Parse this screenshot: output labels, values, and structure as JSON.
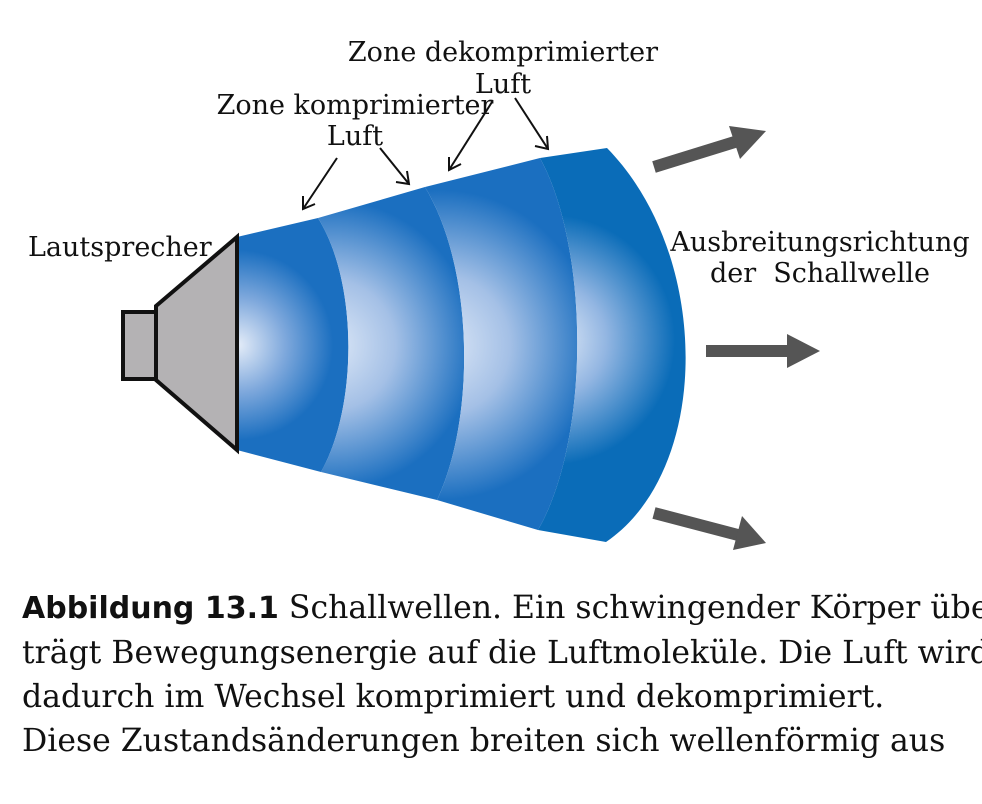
{
  "labels": {
    "speaker": "Lautsprecher",
    "compressed_zone": [
      "Zone komprimierter",
      "Luft"
    ],
    "decompressed_zone": [
      "Zone dekomprimierter",
      "Luft"
    ],
    "propagation": [
      "Ausbreitungsrichtung",
      "der  Schallwelle"
    ]
  },
  "caption": {
    "label": "Abbildung 13.1",
    "lines": [
      "Schallwellen. Ein schwingender Körper über-",
      "trägt Bewegungsenergie auf die Luftmoleküle. Die Luft wird",
      "dadurch im Wechsel komprimiert und dekomprimiert.",
      "Diese Zustandsänderungen breiten sich wellenförmig aus"
    ]
  },
  "colors": {
    "wave_dark": "#0a6cb8",
    "wave_light": "#e4ecf8",
    "speaker_fill": "#b4b2b4",
    "arrow": "#555555"
  }
}
